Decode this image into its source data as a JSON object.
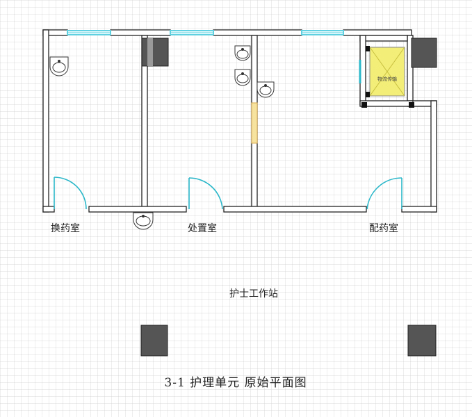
{
  "rooms": {
    "dressing_room": "换药室",
    "treatment_room": "处置室",
    "dispensing_room": "配药室",
    "nurse_station": "护士工作站"
  },
  "elevator_label": "物流传输",
  "caption": "3-1  护理单元  原始平面图",
  "colors": {
    "wall_fill": "#ffffff",
    "wall_stroke": "#222222",
    "window": "#5fd0e0",
    "door": "#2ab7c9",
    "column": "#555555",
    "grid": "#c8c8c8",
    "elevator": "#f3ee78"
  }
}
